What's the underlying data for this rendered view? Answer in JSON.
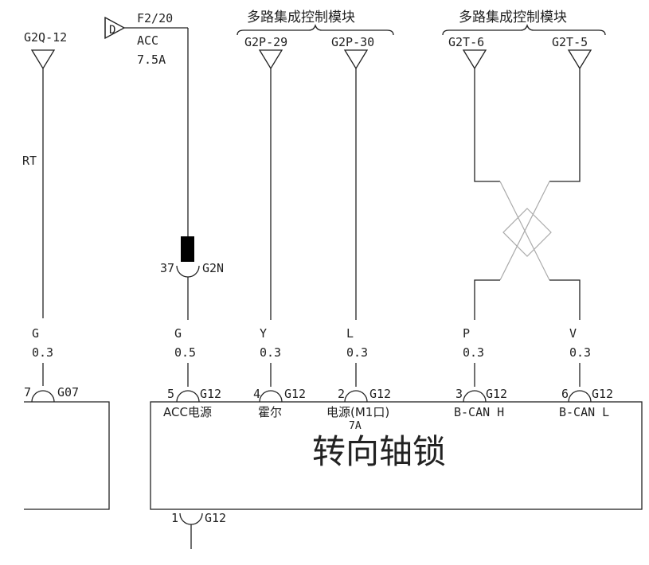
{
  "left_wire": {
    "connector_label": "G2Q-12",
    "partial_label": "RT",
    "color": "G",
    "size": "0.3",
    "pin": "7",
    "conn": "G07"
  },
  "fuse": {
    "letter": "D",
    "id": "F2/20",
    "acc": "ACC",
    "rating": "7.5A"
  },
  "splice": {
    "pin": "37",
    "conn": "G2N"
  },
  "module_top": {
    "title1": "多路集成控制模块",
    "title2": "多路集成控制模块",
    "p29": "G2P-29",
    "p30": "G2P-30",
    "t6": "G2T-6",
    "t5": "G2T-5"
  },
  "wires": [
    {
      "color": "G",
      "size": "0.5",
      "pin": "5",
      "conn": "G12",
      "func": "ACC电源"
    },
    {
      "color": "Y",
      "size": "0.3",
      "pin": "4",
      "conn": "G12",
      "func": "霍尔"
    },
    {
      "color": "L",
      "size": "0.3",
      "pin": "2",
      "conn": "G12",
      "func": "电源(M1口)",
      "sub": "7A"
    },
    {
      "color": "P",
      "size": "0.3",
      "pin": "3",
      "conn": "G12",
      "func": "B-CAN  H"
    },
    {
      "color": "V",
      "size": "0.3",
      "pin": "6",
      "conn": "G12",
      "func": "B-CAN  L"
    }
  ],
  "component": {
    "name": "转向轴锁"
  },
  "ground": {
    "pin": "1",
    "conn": "G12"
  }
}
